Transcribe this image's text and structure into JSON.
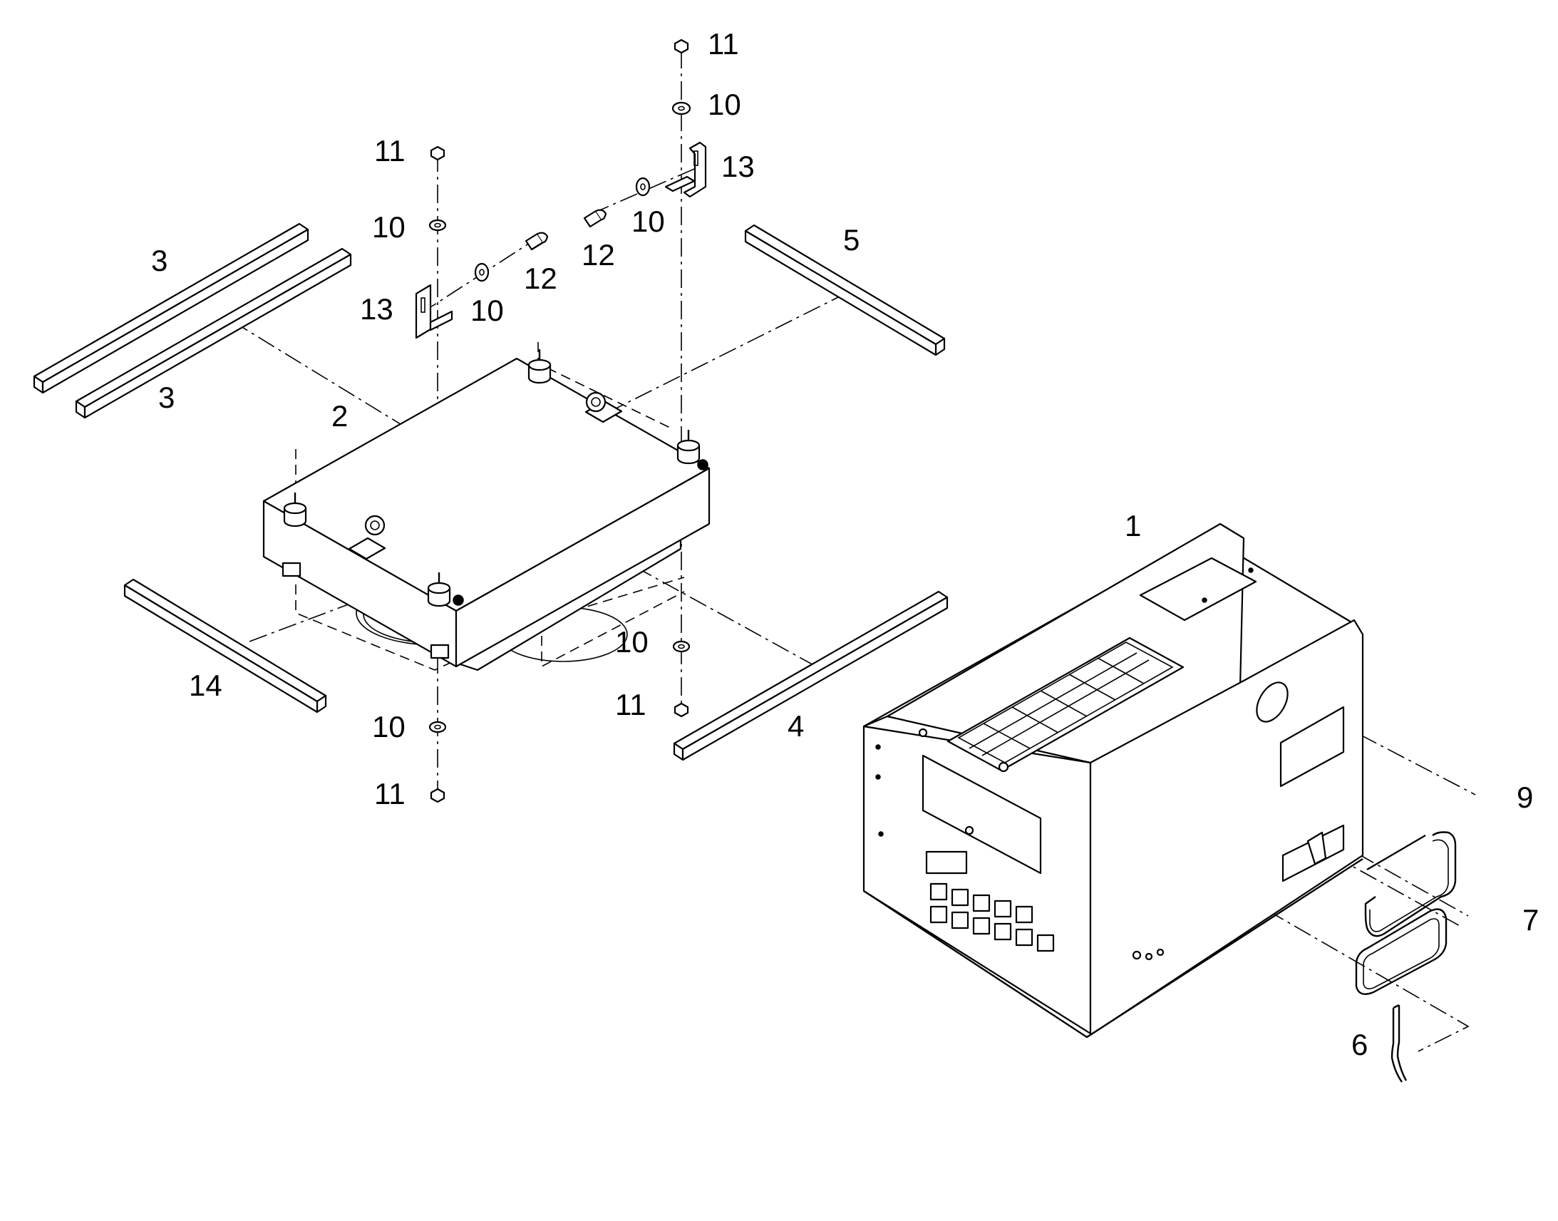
{
  "callouts": {
    "c1": "1",
    "c2": "2",
    "c3a": "3",
    "c3b": "3",
    "c4": "4",
    "c5": "5",
    "c6": "6",
    "c7": "7",
    "c9": "9",
    "c10a": "10",
    "c10b": "10",
    "c10c": "10",
    "c10d": "10",
    "c10e": "10",
    "c10f": "10",
    "c11a": "11",
    "c11b": "11",
    "c11c": "11",
    "c11d": "11",
    "c12a": "12",
    "c12b": "12",
    "c13a": "13",
    "c13b": "13",
    "c14": "14"
  }
}
